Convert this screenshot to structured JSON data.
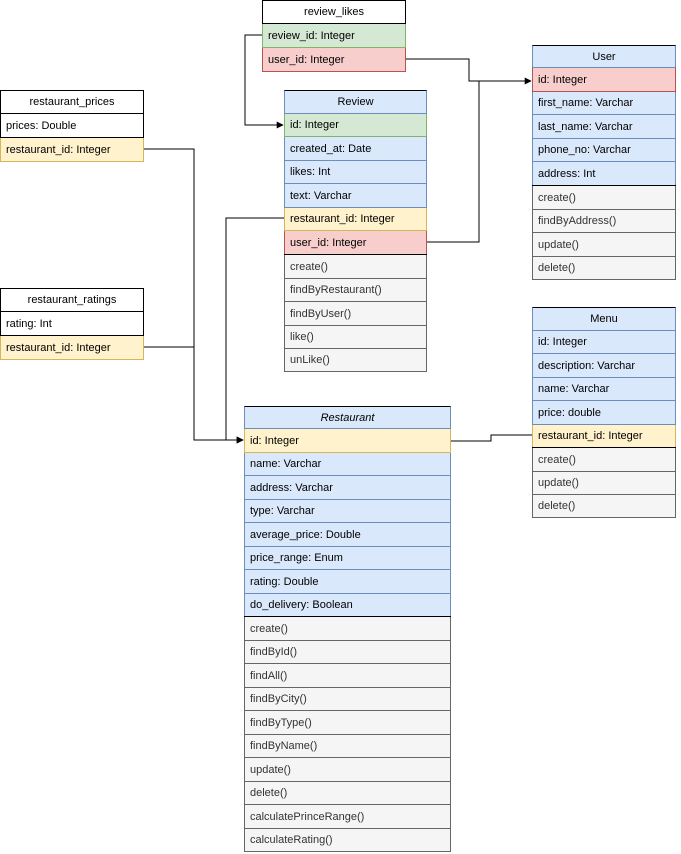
{
  "entities": {
    "review_likes": {
      "title": "review_likes",
      "fields": [
        "review_id: Integer",
        "user_id: Integer"
      ]
    },
    "user": {
      "title": "User",
      "fields": [
        "id: Integer",
        "first_name: Varchar",
        "last_name: Varchar",
        "phone_no: Varchar",
        "address: Int"
      ],
      "methods": [
        "create()",
        "findByAddress()",
        "update()",
        "delete()"
      ]
    },
    "restaurant_prices": {
      "title": "restaurant_prices",
      "fields": [
        "prices: Double",
        "restaurant_id: Integer"
      ]
    },
    "review": {
      "title": "Review",
      "fields": [
        "id: Integer",
        "created_at: Date",
        "likes: Int",
        "text: Varchar",
        "restaurant_id: Integer",
        "user_id: Integer"
      ],
      "methods": [
        "create()",
        "findByRestaurant()",
        "findByUser()",
        "like()",
        "unLike()"
      ]
    },
    "restaurant_ratings": {
      "title": "restaurant_ratings",
      "fields": [
        "rating: Int",
        "restaurant_id: Integer"
      ]
    },
    "menu": {
      "title": "Menu",
      "fields": [
        "id: Integer",
        "description: Varchar",
        "name: Varchar",
        "price: double",
        "restaurant_id: Integer"
      ],
      "methods": [
        "create()",
        "update()",
        "delete()"
      ]
    },
    "restaurant": {
      "title": "Restaurant",
      "fields": [
        "id: Integer",
        "name: Varchar",
        "address: Varchar",
        "type: Varchar",
        "average_price: Double",
        "price_range: Enum",
        "rating: Double",
        "do_delivery: Boolean"
      ],
      "methods": [
        "create()",
        "findById()",
        "findAll()",
        "findByCity()",
        "findByType()",
        "findByName()",
        "update()",
        "delete()",
        "calculatePrinceRange()",
        "calculateRating()"
      ]
    }
  }
}
